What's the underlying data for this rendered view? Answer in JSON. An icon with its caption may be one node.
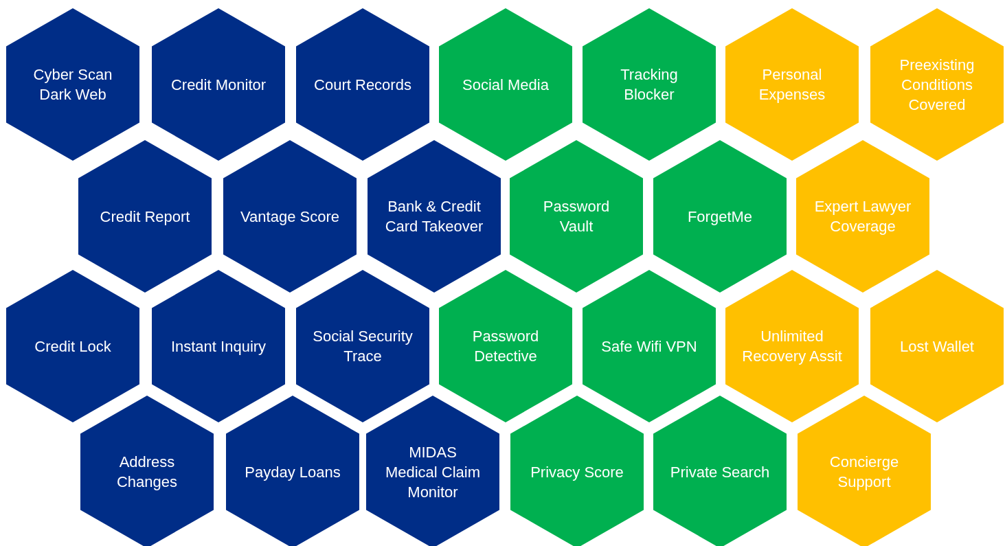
{
  "diagram": {
    "nodes": [
      {
        "text": [
          "Cyber Scan Dark Web"
        ]
      },
      {
        "text": [
          "Credit Monitor"
        ]
      },
      {
        "text": [
          "Court Records"
        ]
      },
      {
        "text": [
          "Social Media"
        ]
      },
      {
        "text": [
          "Tracking Blocker"
        ]
      },
      {
        "text": [
          "Personal Expenses"
        ]
      },
      {
        "text": [
          "Preexisting Conditions Covered"
        ]
      },
      {
        "text": [
          "Credit Report"
        ]
      },
      {
        "text": [
          "Vantage Score"
        ]
      },
      {
        "text": [
          "Bank & Credit Card Takeover"
        ]
      },
      {
        "text": [
          "Password Vault"
        ]
      },
      {
        "text": [
          "ForgetMe"
        ]
      },
      {
        "text": [
          "Expert Lawyer Coverage"
        ]
      },
      {
        "text": [
          "Credit Lock"
        ]
      },
      {
        "text": [
          "Instant Inquiry"
        ]
      },
      {
        "text": [
          "Social Security Trace"
        ]
      },
      {
        "text": [
          "Password Detective"
        ]
      },
      {
        "text": [
          "Safe Wifi VPN"
        ]
      },
      {
        "text": [
          "Unlimited Recovery Assit"
        ]
      },
      {
        "text": [
          "Lost Wallet"
        ]
      },
      {
        "text": [
          "Address Changes"
        ]
      },
      {
        "text": [
          "Payday Loans"
        ]
      },
      {
        "text": [
          "MIDAS Medical Claim Monitor"
        ]
      },
      {
        "text": [
          "Privacy Score"
        ]
      },
      {
        "text": [
          "Private Search"
        ]
      },
      {
        "text": [
          "Concierge Support"
        ]
      }
    ]
  }
}
